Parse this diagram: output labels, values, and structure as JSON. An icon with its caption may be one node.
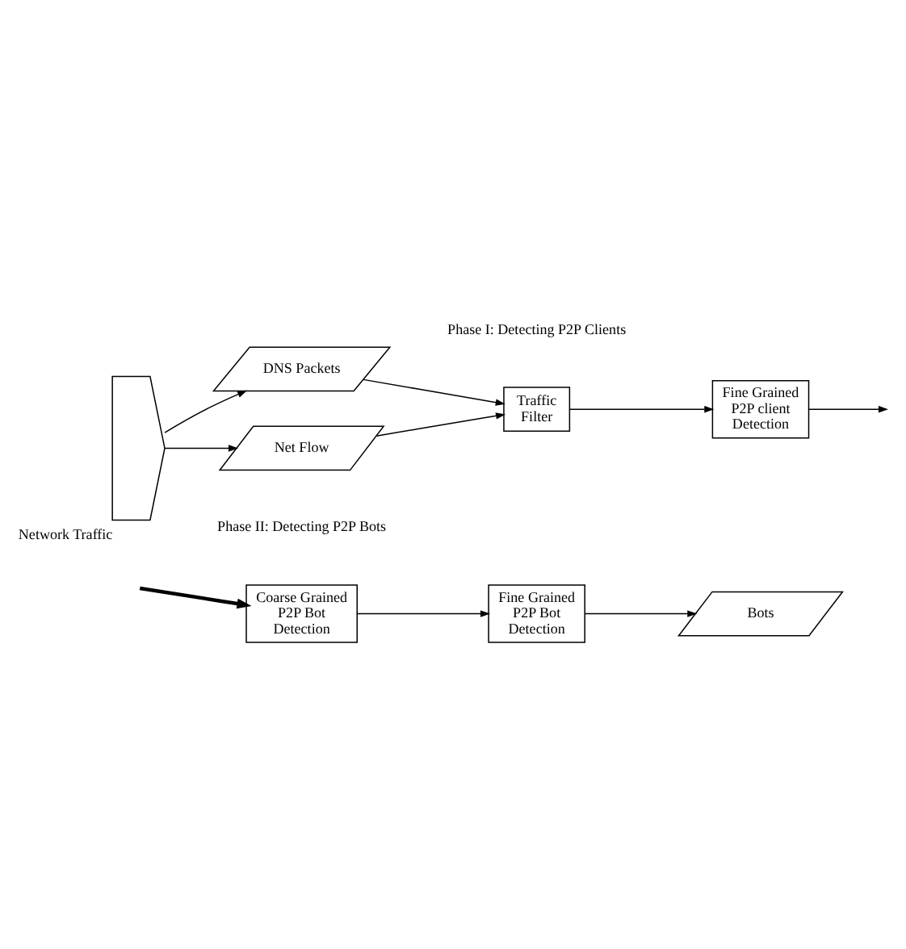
{
  "diagram": {
    "nodes": [
      {
        "text": [],
        "shape": "arrow",
        "beside": [
          "Network Traffic"
        ]
      },
      {
        "text": [
          "DNS Packets"
        ]
      },
      {
        "text": [
          "Net Flow"
        ]
      },
      {
        "text": [
          "Traffic Filter"
        ]
      },
      {
        "text": [
          "Fine Grained P2P client Detection"
        ]
      },
      {
        "text": [
          "Coarse Grained P2P Bot Detection"
        ]
      },
      {
        "text": [
          "Fine Grained P2P Bot Detection"
        ]
      },
      {
        "text": [
          "Bots"
        ]
      }
    ],
    "edges": [
      {
        "from": 0,
        "to": 1,
        "arrow": "to"
      },
      {
        "from": 0,
        "to": 2,
        "arrow": "to"
      },
      {
        "from": 1,
        "to": 3,
        "arrow": "to"
      },
      {
        "from": 2,
        "to": 3,
        "arrow": "to"
      },
      {
        "from": 3,
        "to": 4,
        "arrow": "to"
      },
      {
        "from": 4,
        "to": null,
        "arrow": "to"
      },
      {
        "from": null,
        "to": 5,
        "arrow": "to",
        "style": "thick"
      },
      {
        "from": 5,
        "to": 6,
        "arrow": "to"
      },
      {
        "from": 6,
        "to": 7,
        "arrow": "to"
      }
    ],
    "labels": [
      "Phase I: Detecting P2P Clients",
      "Phase II: Detecting P2P Bots"
    ]
  }
}
